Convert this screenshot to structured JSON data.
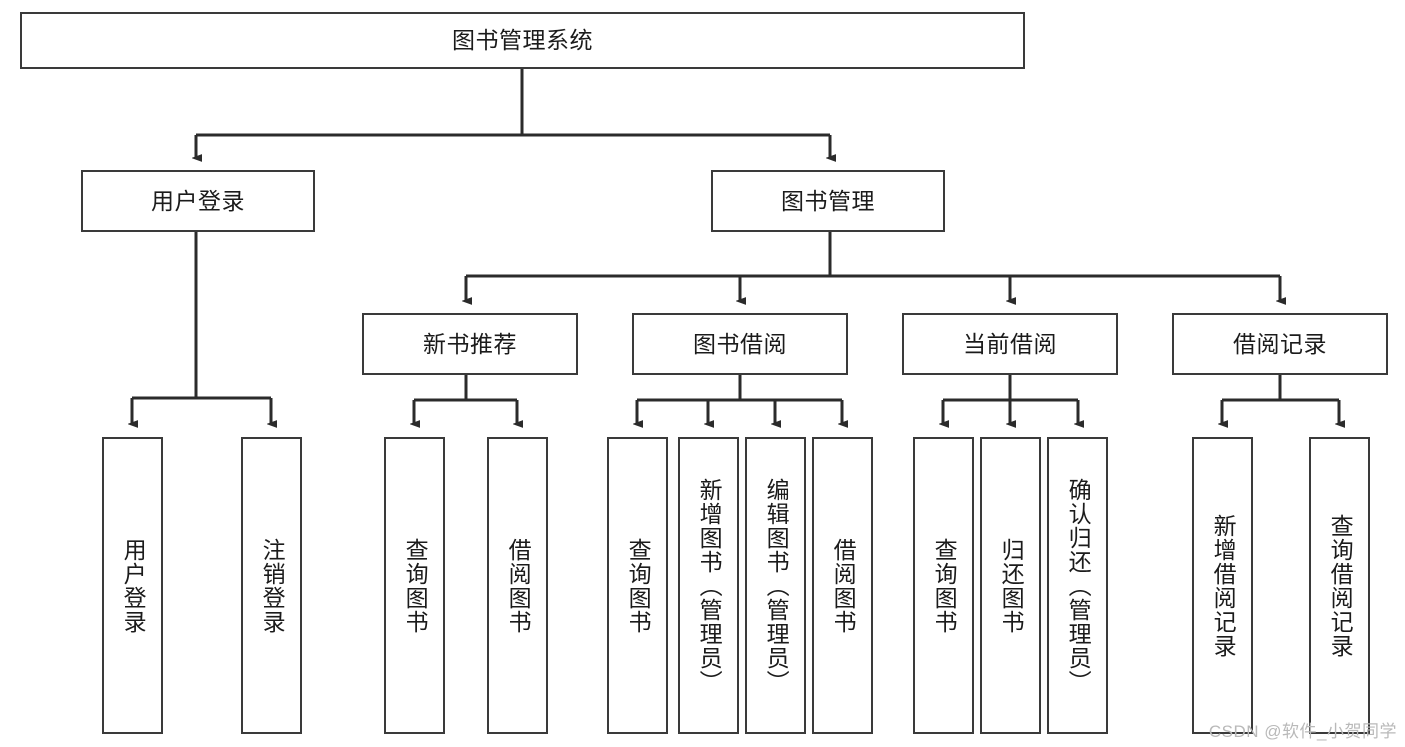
{
  "diagram": {
    "title_text": "图书管理系统",
    "watermark": "CSDN @软件_小贺同学",
    "colors": {
      "box_border": "#3a3a3a",
      "box_fill": "#ffffff",
      "edge": "#2b2b2b",
      "text": "#1b1b1b",
      "watermark": "#b9b9b9"
    },
    "root": {
      "label": "图书管理系统"
    },
    "level2": [
      {
        "label": "用户登录"
      },
      {
        "label": "图书管理"
      }
    ],
    "level3": [
      {
        "label": "新书推荐"
      },
      {
        "label": "图书借阅"
      },
      {
        "label": "当前借阅"
      },
      {
        "label": "借阅记录"
      }
    ],
    "leaves": {
      "user_login": [
        {
          "label": "用户登录"
        },
        {
          "label": "注销登录"
        }
      ],
      "new_book": [
        {
          "label": "查询图书"
        },
        {
          "label": "借阅图书"
        }
      ],
      "book_borrow": [
        {
          "label": "查询图书"
        },
        {
          "label": "新增图书（管理员）"
        },
        {
          "label": "编辑图书（管理员）"
        },
        {
          "label": "借阅图书"
        }
      ],
      "current_borrow": [
        {
          "label": "查询图书"
        },
        {
          "label": "归还图书"
        },
        {
          "label": "确认归还（管理员）"
        }
      ],
      "borrow_record": [
        {
          "label": "新增借阅记录"
        },
        {
          "label": "查询借阅记录"
        }
      ]
    }
  }
}
